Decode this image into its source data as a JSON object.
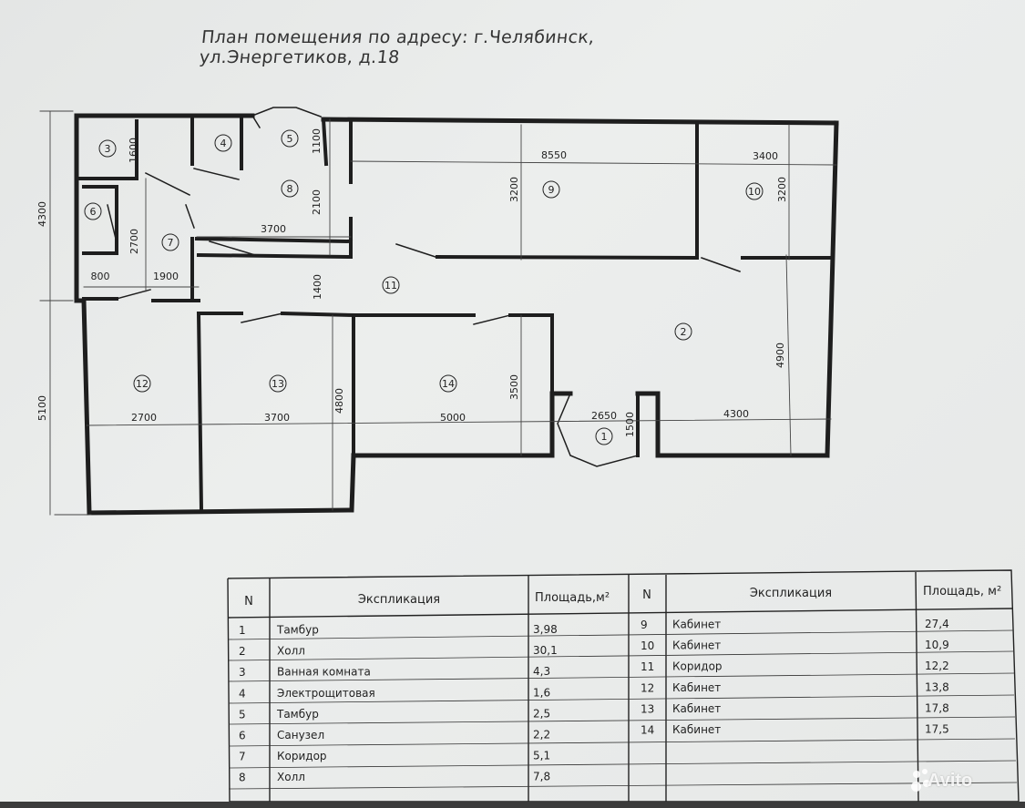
{
  "title": "План помещения по адресу: г.Челябинск, ул.Энергетиков, д.18",
  "rooms": [
    "1",
    "2",
    "3",
    "4",
    "5",
    "6",
    "7",
    "8",
    "9",
    "10",
    "11",
    "12",
    "13",
    "14"
  ],
  "dimensions": {
    "d8550": "8550",
    "d3400": "3400",
    "d1600": "1600",
    "d1100": "1100",
    "d4300v": "4300",
    "d5100v": "5100",
    "d3200a": "3200",
    "d3200b": "3200",
    "d2100": "2100",
    "d2700v": "2700",
    "d3700a": "3700",
    "d800": "800",
    "d1900": "1900",
    "d1400": "1400",
    "d4800": "4800",
    "d3500": "3500",
    "d4900": "4900",
    "d2700h": "2700",
    "d3700b": "3700",
    "d5000": "5000",
    "d2650": "2650",
    "d1500": "1500",
    "d4300h": "4300"
  },
  "table": {
    "col_n": "N",
    "col_expl": "Экспликация",
    "col_area": "Площадь,м²",
    "col_n2": "N",
    "col_expl2": "Экспликация",
    "col_area2": "Площадь, м²",
    "left_rows": [
      {
        "n": "1",
        "name": "Тамбур",
        "area": "3,98"
      },
      {
        "n": "2",
        "name": "Холл",
        "area": "30,1"
      },
      {
        "n": "3",
        "name": "Ванная комната",
        "area": "4,3"
      },
      {
        "n": "4",
        "name": "Электрощитовая",
        "area": "1,6"
      },
      {
        "n": "5",
        "name": "Тамбур",
        "area": "2,5"
      },
      {
        "n": "6",
        "name": "Санузел",
        "area": "2,2"
      },
      {
        "n": "7",
        "name": "Коридор",
        "area": "5,1"
      },
      {
        "n": "8",
        "name": "Холл",
        "area": "7,8"
      }
    ],
    "right_rows": [
      {
        "n": "9",
        "name": "Кабинет",
        "area": "27,4"
      },
      {
        "n": "10",
        "name": "Кабинет",
        "area": "10,9"
      },
      {
        "n": "11",
        "name": "Коридор",
        "area": "12,2"
      },
      {
        "n": "12",
        "name": "Кабинет",
        "area": "13,8"
      },
      {
        "n": "13",
        "name": "Кабинет",
        "area": "17,8"
      },
      {
        "n": "14",
        "name": "Кабинет",
        "area": "17,5"
      }
    ]
  },
  "watermark": "Avito"
}
